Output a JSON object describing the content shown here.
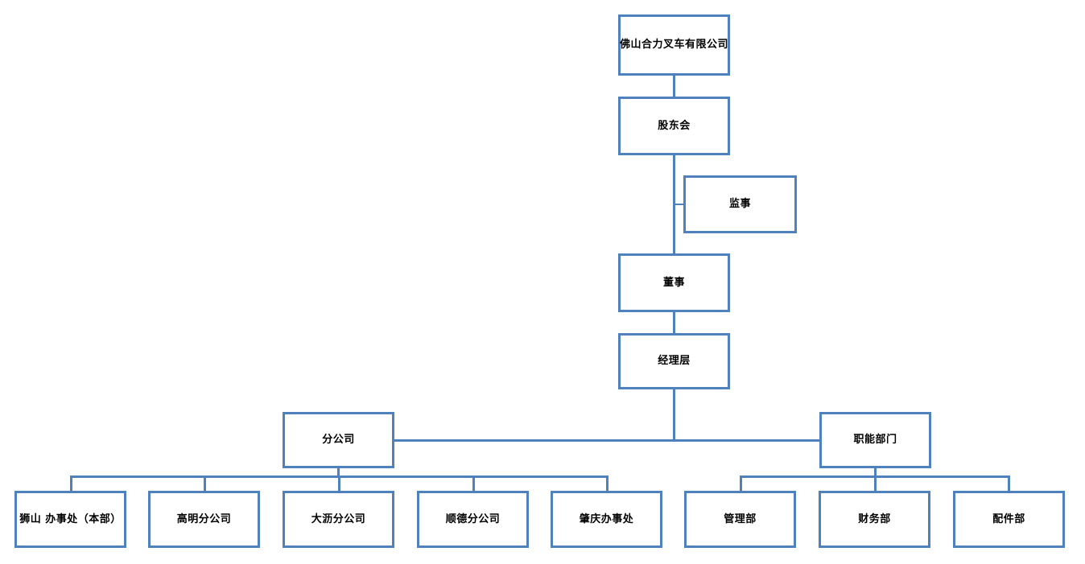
{
  "diagram": {
    "title_node": "佛山合力叉车有限公司",
    "theme": {
      "border_color": "#4f81bd",
      "box_fill": "#ffffff",
      "text_color": "#000000",
      "background": "#ffffff"
    },
    "nodes": {
      "company": "佛山合力叉车有限公司",
      "shareholders": "股东会",
      "supervisor": "监事",
      "director": "董事",
      "management": "经理层",
      "branches": "分公司",
      "functional": "职能部门"
    },
    "branch_children": [
      "狮山 办事处（本部）",
      "高明分公司",
      "大沥分公司",
      "顺德分公司",
      "肇庆办事处"
    ],
    "functional_children": [
      "管理部",
      "财务部",
      "配件部"
    ]
  }
}
